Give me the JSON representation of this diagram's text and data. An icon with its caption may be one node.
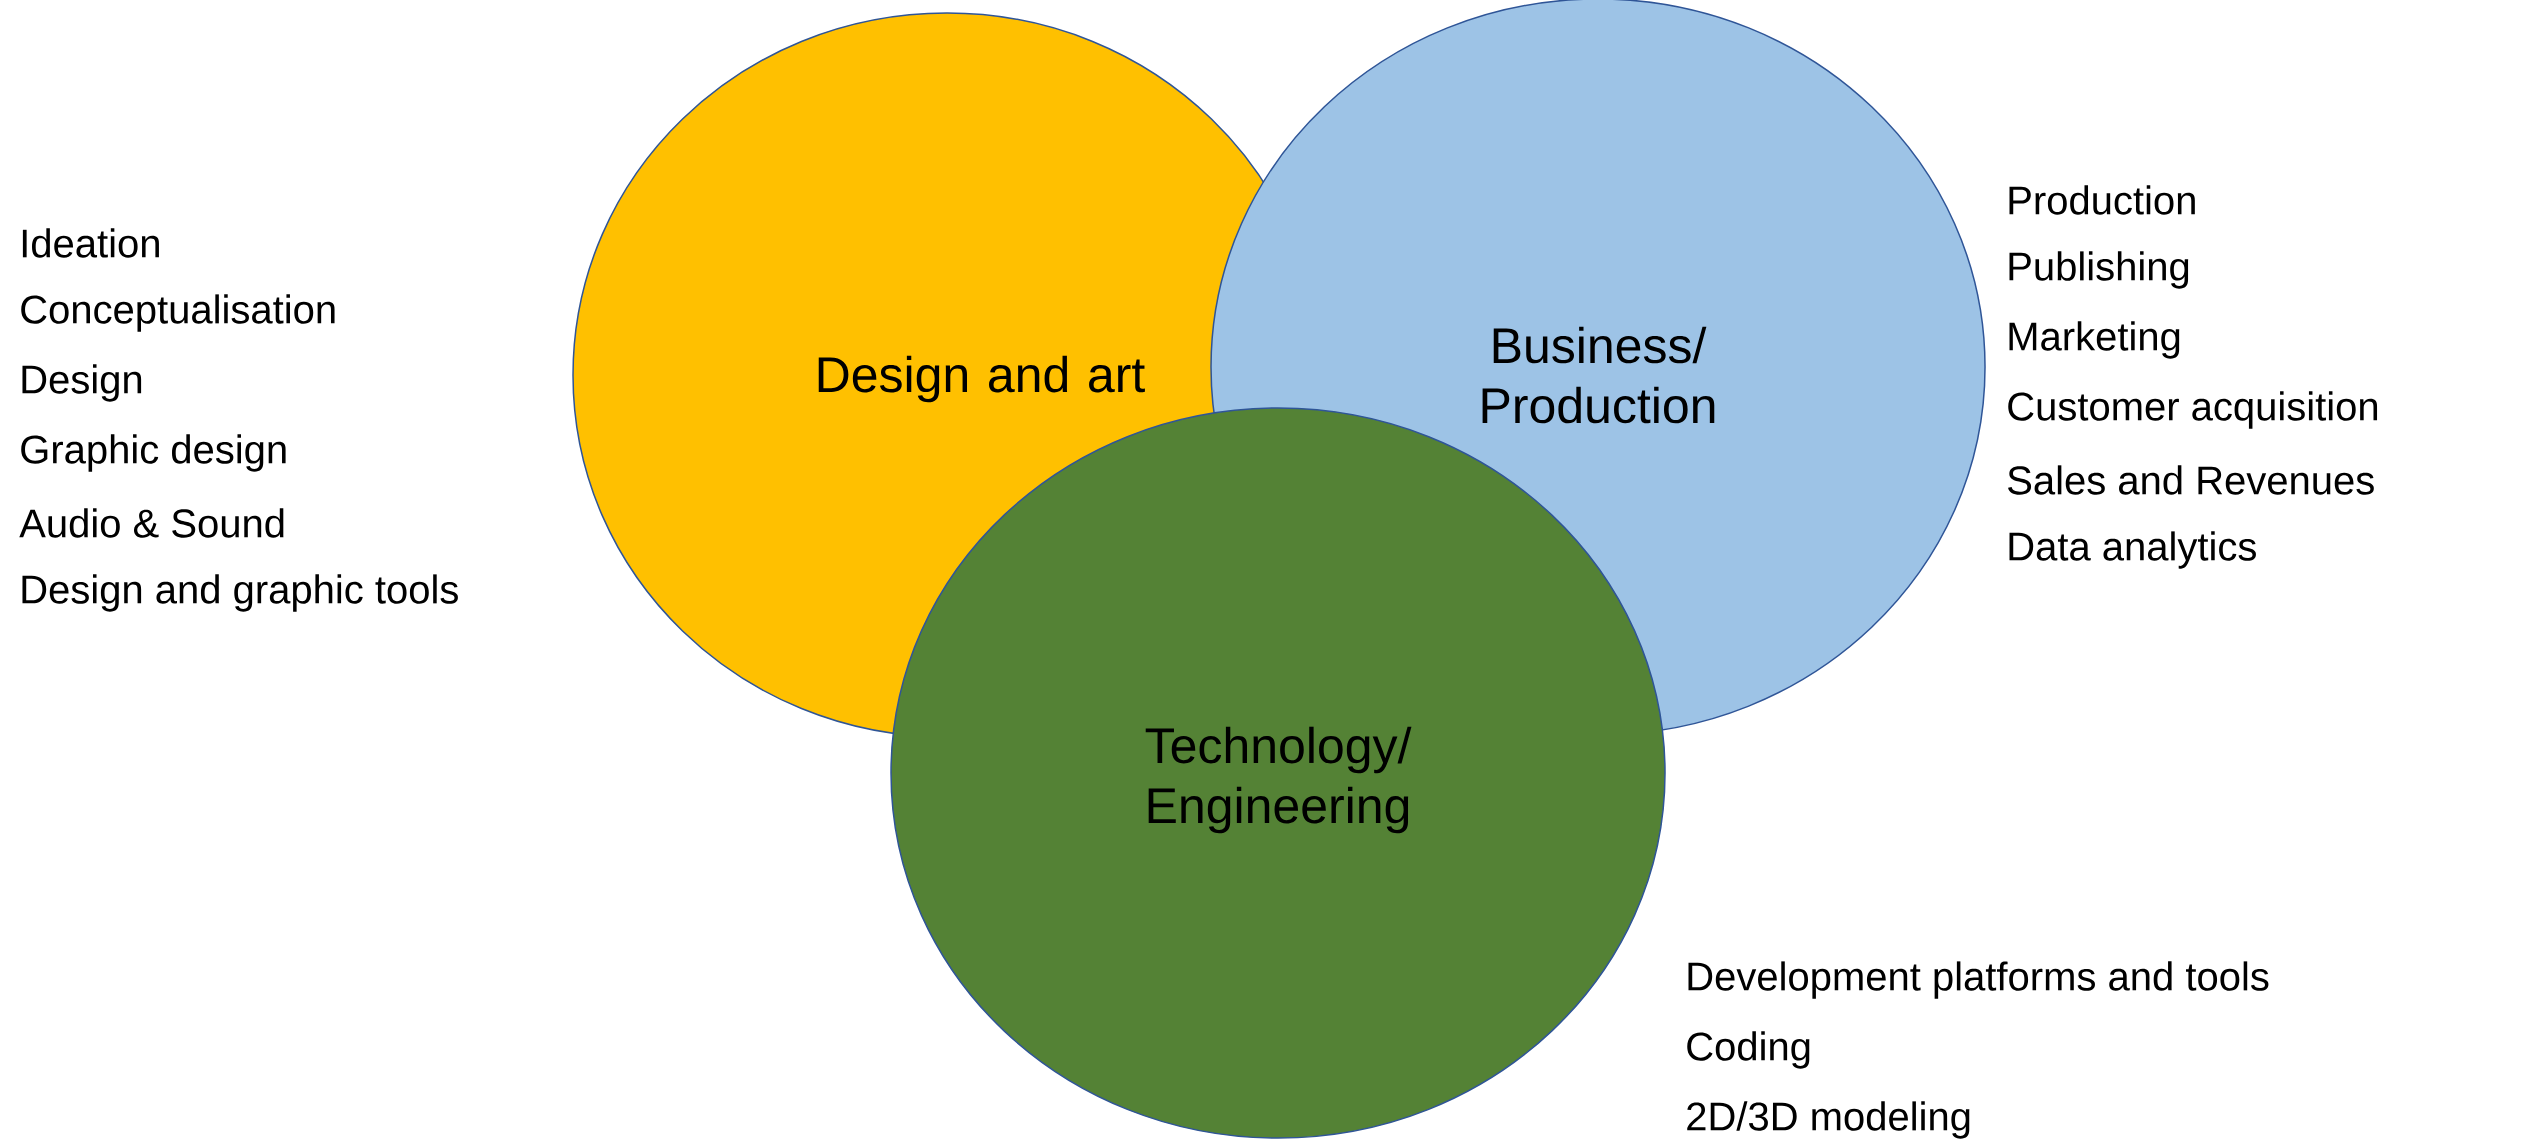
{
  "diagram": {
    "nodes": [
      {
        "text": [
          "Design and art"
        ],
        "beside": [
          "Ideation",
          "Conceptualisation",
          "Design",
          "Graphic design",
          "Audio & Sound",
          "Design and graphic tools"
        ]
      },
      {
        "text": [
          "Business/ Production"
        ],
        "beside": [
          "Production",
          "Publishing",
          "Marketing",
          "Customer acquisition",
          "Sales and Revenues",
          "Data analytics"
        ]
      },
      {
        "text": [
          "Technology/ Engineering"
        ],
        "beside": [
          "Development platforms and tools",
          "Coding",
          "2D/3D modeling"
        ]
      }
    ]
  }
}
